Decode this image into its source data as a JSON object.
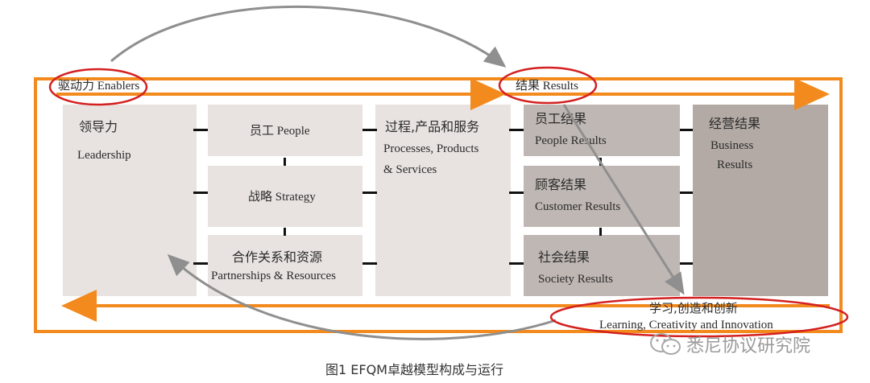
{
  "enablers_label": "驱动力 Enablers",
  "results_label": "结果 Results",
  "leadership": {
    "zh": "领导力",
    "en": "Leadership"
  },
  "people": {
    "label": "员工 People"
  },
  "strategy": {
    "label": "战略 Strategy"
  },
  "partnerships": {
    "zh": "合作关系和资源",
    "en": "Partnerships & Resources"
  },
  "processes": {
    "zh": "过程,产品和服务",
    "en1": "Processes,  Products",
    "en2": "& Services"
  },
  "people_results": {
    "zh": "员工结果",
    "en": "People Results"
  },
  "customer_results": {
    "zh": "顾客结果",
    "en": "Customer Results"
  },
  "society_results": {
    "zh": "社会结果",
    "en": "Society Results"
  },
  "business_results": {
    "zh": "经营结果",
    "en1": "Business",
    "en2": "Results"
  },
  "learning": {
    "zh": "学习,创造和创新",
    "en": "Learning, Creativity and Innovation"
  },
  "caption": "图1   EFQM卓越模型构成与运行",
  "watermark": "悉尼协议研究院",
  "colors": {
    "frame": "#f28a1e",
    "highlight_ring": "#d42020",
    "arrow": "#8f8f8f"
  }
}
